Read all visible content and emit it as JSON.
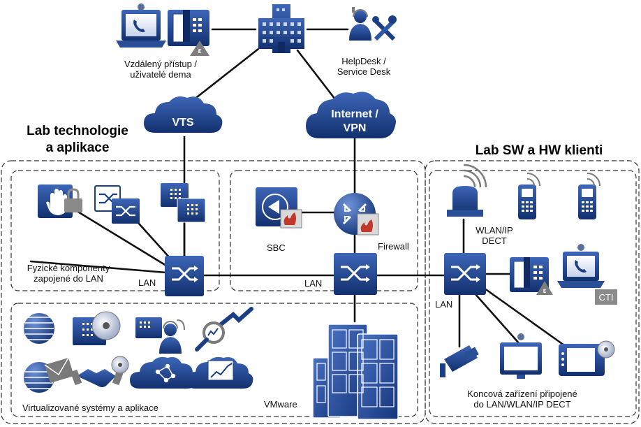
{
  "headings": {
    "lab_tech_line1": "Lab technologie",
    "lab_tech_line2": "a aplikace",
    "lab_sw_hw": "Lab SW a HW klienti"
  },
  "clouds": {
    "vts": "VTS",
    "internet_line1": "Internet /",
    "internet_line2": "VPN"
  },
  "labels": {
    "remote_line1": "Vzdálený přístup /",
    "remote_line2": "uživatelé dema",
    "helpdesk_line1": "HelpDesk /",
    "helpdesk_line2": "Service Desk",
    "physical_line1": "Fyzické komponenty",
    "physical_line2": "zapojené do LAN",
    "lan_left": "LAN",
    "lan_center": "LAN",
    "lan_right": "LAN",
    "sbc": "SBC",
    "firewall": "Firewall",
    "wlan_line1": "WLAN/IP",
    "wlan_line2": "DECT",
    "virtual": "Virtualizované systémy a aplikace",
    "vmware": "VMware",
    "endpoints_line1": "Koncová zařízení připojené",
    "endpoints_line2": "do LAN/WLAN/IP DECT",
    "cti_badge": "CTI"
  },
  "colors": {
    "navy": "#1b3f86",
    "navy_dark": "#0f2a63",
    "line": "#111111",
    "dashed": "#333333"
  }
}
